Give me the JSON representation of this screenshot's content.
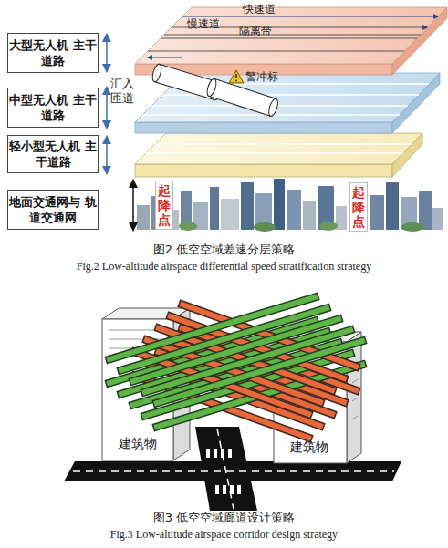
{
  "diagram": {
    "nodes": [
      {
        "text": [
          "大型无人机 主干道路"
        ]
      },
      {
        "text": [
          "中型无人机 主干道路"
        ]
      },
      {
        "text": [
          "轻小型无人机 主干道路"
        ]
      },
      {
        "text": [
          "地面交通网与 轨道交通网"
        ]
      },
      {
        "text": [
          "起 降 点"
        ]
      },
      {
        "text": [
          "起 降 点"
        ]
      },
      {
        "text": [
          "建筑物"
        ]
      },
      {
        "text": [
          "建筑物"
        ]
      }
    ],
    "labels": [
      "快速道",
      "慢速道",
      "隔离带",
      "汇入 匝道",
      "警冲标",
      "图2 低空空域差速分层策略",
      "Fig.2 Low-altitude airspace differential speed stratification strategy",
      "图3 低空空域廊道设计策略",
      "Fig.3 Low-altitude airspace corridor design strategy"
    ]
  }
}
